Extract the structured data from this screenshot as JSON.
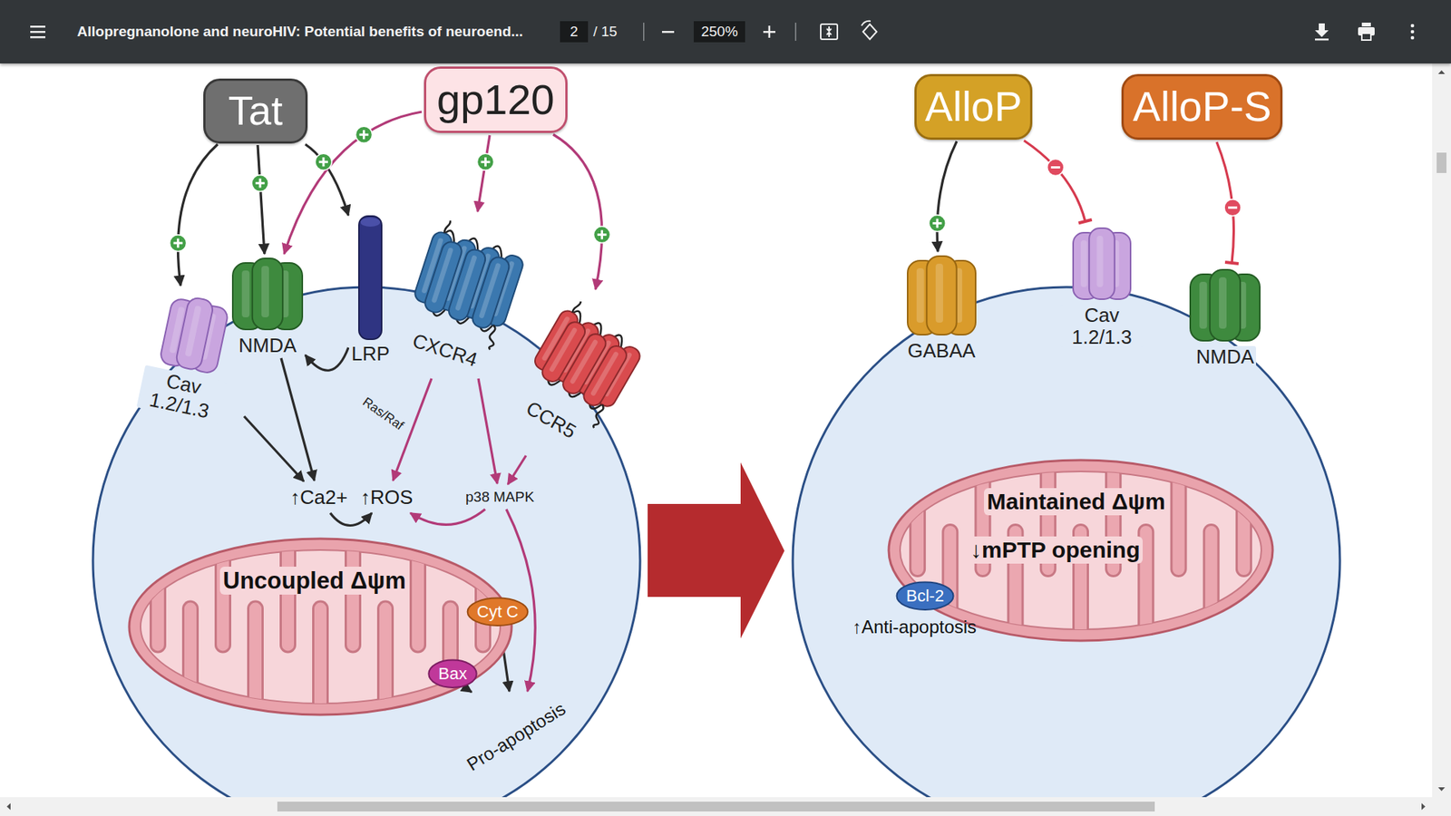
{
  "diagram": {
    "nodes": [
      {
        "text": [
          "Tat"
        ]
      },
      {
        "text": [
          "gp120"
        ]
      },
      {
        "text": [
          "Cav 1.2/1.3"
        ]
      },
      {
        "text": [
          "NMDA"
        ]
      },
      {
        "text": [
          "LRP"
        ]
      },
      {
        "text": [
          "CXCR4"
        ]
      },
      {
        "text": [
          "CCR5"
        ]
      },
      {
        "text": [
          "↑Ca2+"
        ]
      },
      {
        "text": [
          "↑ROS"
        ]
      },
      {
        "text": [
          "p38 MAPK"
        ]
      },
      {
        "text": [
          "Uncoupled Δψm"
        ]
      },
      {
        "text": [
          "Cyt C"
        ],
        "in": 10
      },
      {
        "text": [
          "Bax"
        ],
        "in": 10
      },
      {
        "text": [
          "Pro-apoptosis"
        ]
      },
      {
        "text": [
          "AlloP"
        ]
      },
      {
        "text": [
          "AlloP-S"
        ]
      },
      {
        "text": [
          "GABAA"
        ]
      },
      {
        "text": [
          "Cav 1.2/1.3"
        ]
      },
      {
        "text": [
          "NMDA"
        ]
      },
      {
        "text": [
          "Maintained Δψm",
          "↓mPTP opening",
          "↑Anti-apoptosis"
        ]
      },
      {
        "text": [
          "Bcl-2"
        ],
        "in": 19
      }
    ],
    "edges": [
      {
        "from": 0,
        "to": 2,
        "arrow": "to"
      },
      {
        "from": 0,
        "to": 3,
        "arrow": "to"
      },
      {
        "from": 0,
        "to": 4,
        "arrow": "to"
      },
      {
        "from": 1,
        "to": 3,
        "arrow": "to"
      },
      {
        "from": 1,
        "to": 5,
        "arrow": "to"
      },
      {
        "from": 1,
        "to": 6,
        "arrow": "to"
      },
      {
        "from": 4,
        "to": 3,
        "arrow": "to"
      },
      {
        "from": 2,
        "to": 7,
        "arrow": "to"
      },
      {
        "from": 3,
        "to": 7,
        "arrow": "to"
      },
      {
        "from": 5,
        "to": 8,
        "label": "Ras/Raf",
        "arrow": "to"
      },
      {
        "from": 5,
        "to": 9,
        "arrow": "to"
      },
      {
        "from": 6,
        "to": 9,
        "arrow": "to"
      },
      {
        "from": 7,
        "to": 8,
        "arrow": "to"
      },
      {
        "from": 9,
        "to": 8,
        "arrow": "to"
      },
      {
        "from": 9,
        "to": 13,
        "arrow": "to"
      },
      {
        "from": 11,
        "to": 13,
        "arrow": "to"
      },
      {
        "from": 12,
        "to": 13,
        "arrow": "to"
      },
      {
        "from": 14,
        "to": 16,
        "arrow": "to"
      },
      {
        "from": 14,
        "to": 17,
        "arrow": "to"
      },
      {
        "from": 15,
        "to": 18,
        "arrow": "to"
      }
    ],
    "labels": [
      "Allopregnanolone and neuroHIV: Potential benefits of neuroend...",
      "2",
      "/ 15",
      "250%"
    ]
  }
}
